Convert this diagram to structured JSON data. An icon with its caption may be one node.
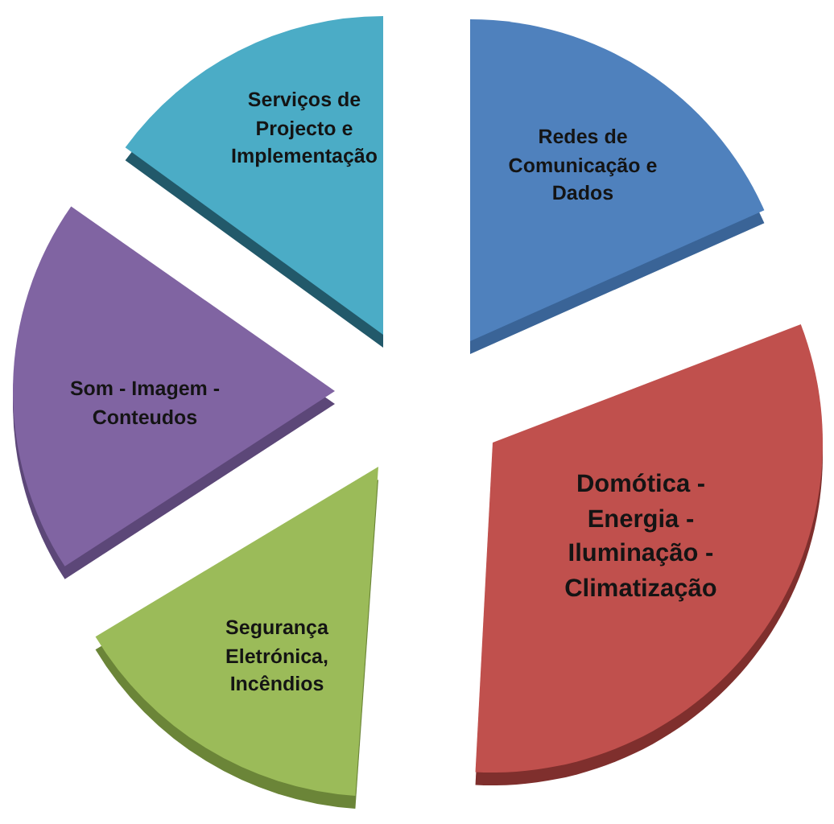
{
  "diagram": {
    "nodes": [
      {
        "text": [
          "Serviços de Projecto e Implementação"
        ]
      },
      {
        "text": [
          "Redes de Comunicação e Dados"
        ]
      },
      {
        "text": [
          "Som - Imagem - Conteudos"
        ]
      },
      {
        "text": [
          "Domótica - Energia - Iluminação - Climatização"
        ]
      },
      {
        "text": [
          "Segurança Eletrónica, Incêndios"
        ]
      }
    ]
  }
}
